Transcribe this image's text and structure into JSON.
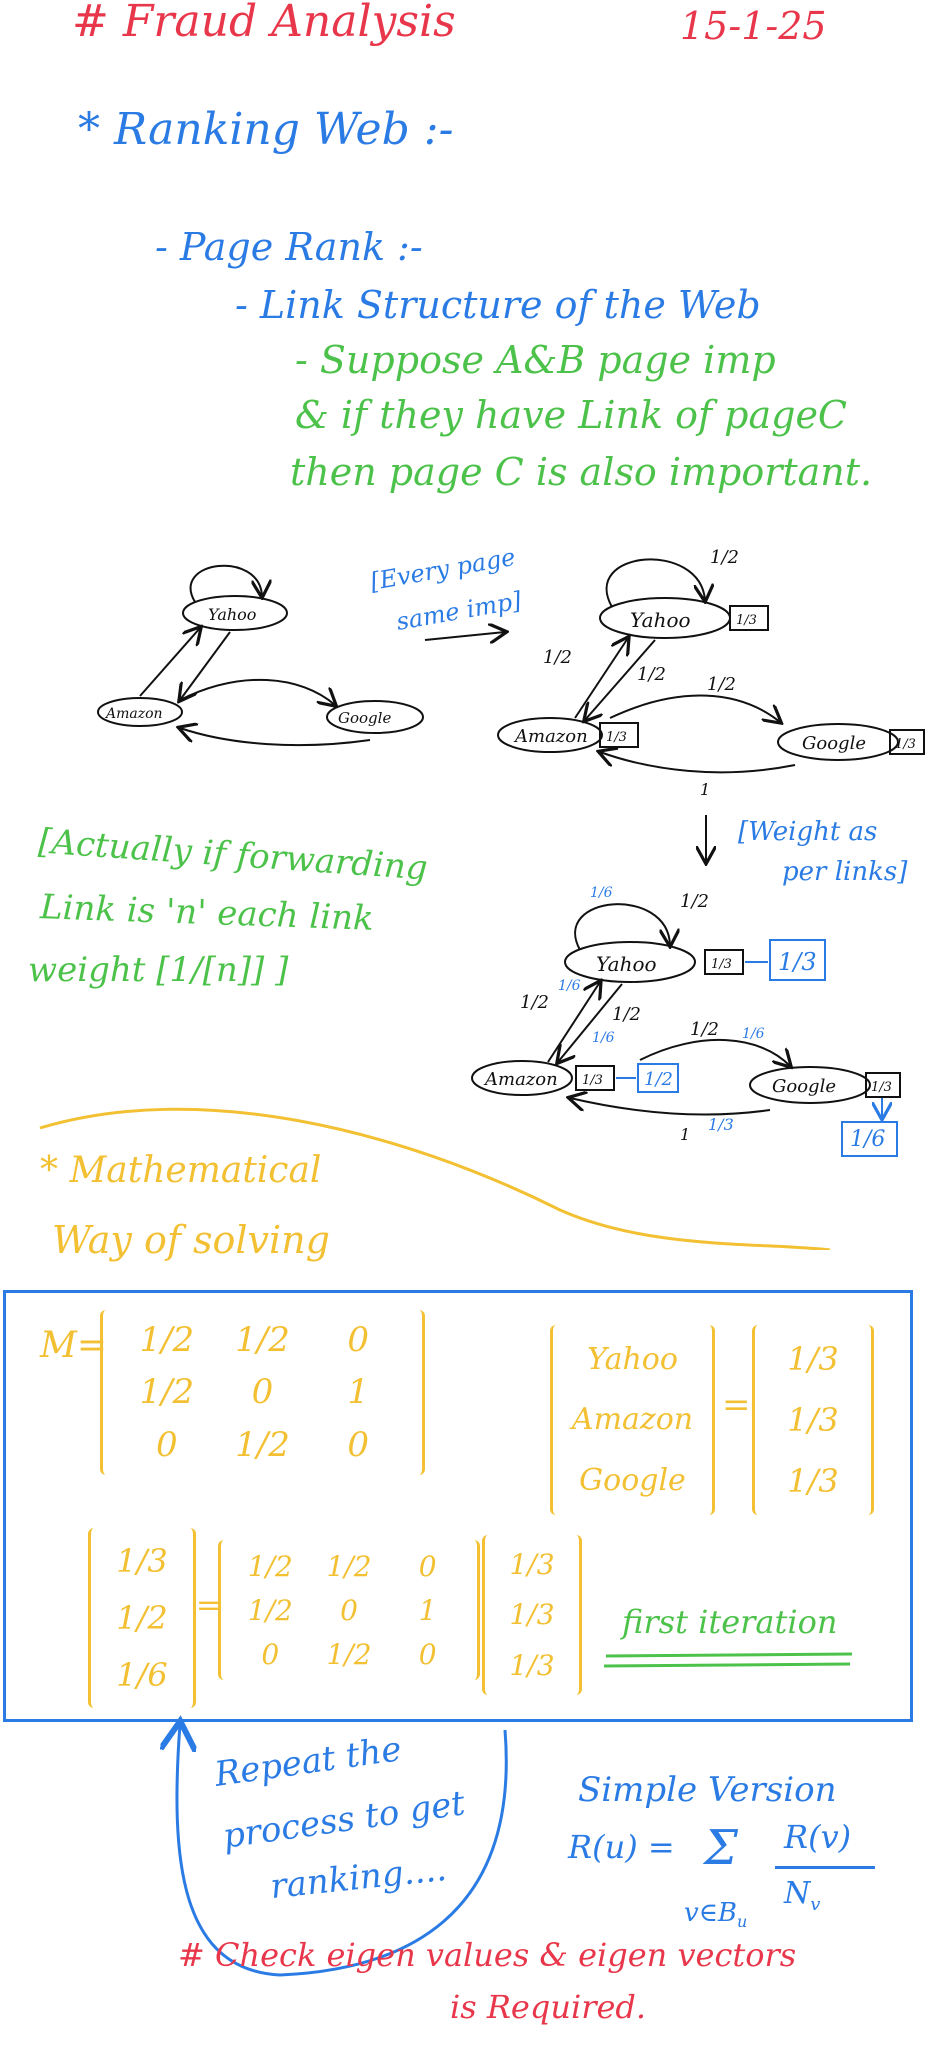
{
  "header": {
    "title": "# Fraud Analysis",
    "date": "15-1-25"
  },
  "section1": {
    "heading": "* Ranking Web :-",
    "sub1": "- Page Rank :-",
    "sub2": "- Link Structure of the Web",
    "note_lines": [
      "- Suppose A&B page imp",
      "& if they have Link of pageC",
      "then page C is also important."
    ]
  },
  "graph": {
    "nodes": {
      "yahoo": "Yahoo",
      "amazon": "Amazon",
      "google": "Google"
    },
    "transition_note": [
      "[Every page",
      "same imp]"
    ],
    "weight_note": [
      "[Weight as",
      "per links]"
    ],
    "init_score": "1/3",
    "half": "1/2",
    "one": "1",
    "results": {
      "yahoo": "1/3",
      "amazon": "1/2",
      "google": "1/6"
    },
    "contrib": {
      "yahoo_self": "1/6",
      "yahoo_to_amazon": "1/6",
      "amazon_to_yahoo": "1/6",
      "amazon_to_google": "1/6",
      "google_to_amazon": "1/3"
    }
  },
  "actually_note": [
    "[Actually if forwarding",
    "Link is 'n' each link",
    "weight [1/[n]] ]"
  ],
  "math": {
    "heading": [
      "* Mathematical",
      "Way of solving"
    ],
    "M_label": "M=",
    "M": [
      "1/2",
      "1/2",
      "0",
      "1/2",
      "0",
      "1",
      "0",
      "1/2",
      "0"
    ],
    "pages": [
      "Yahoo",
      "Amazon",
      "Google"
    ],
    "init": [
      "1/3",
      "1/3",
      "1/3"
    ],
    "result": [
      "1/3",
      "1/2",
      "1/6"
    ],
    "eq": "=",
    "first_iteration": "first iteration"
  },
  "repeat_note": [
    "Repeat the",
    "process to get",
    "ranking...."
  ],
  "simple_version": {
    "title": "Simple Version",
    "lhs": "R(u) =",
    "sum": "Σ",
    "sub": "v∈B",
    "sub_u": "u",
    "num": "R(v)",
    "den": "N",
    "den_sub": "v"
  },
  "footer": [
    "# Check eigen values & eigen vectors",
    "is Required."
  ],
  "colors": {
    "red": "#e8364a",
    "blue": "#2b7be4",
    "green": "#4cc24a",
    "yellow": "#f2c032",
    "black": "#111111"
  }
}
